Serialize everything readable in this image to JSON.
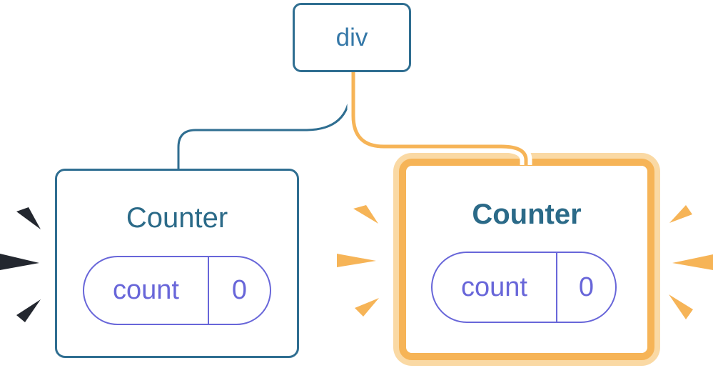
{
  "tree": {
    "root": {
      "label": "div"
    },
    "children": [
      {
        "id": "counter-left",
        "title": "Counter",
        "highlighted": false,
        "state": {
          "name": "count",
          "value": "0"
        }
      },
      {
        "id": "counter-right",
        "title": "Counter",
        "highlighted": true,
        "state": {
          "name": "count",
          "value": "0"
        }
      }
    ]
  },
  "colors": {
    "node_border_blue": "#2F6E91",
    "node_text_blue": "#3578A8",
    "title_teal": "#2B6A88",
    "state_purple": "#6866D9",
    "highlight_orange": "#F6B457",
    "highlight_ring_peach": "#FAD9A4",
    "spark_navy": "#23272F",
    "connector_casing_white": "#FFFFFF",
    "background": "#FFFFFF"
  }
}
